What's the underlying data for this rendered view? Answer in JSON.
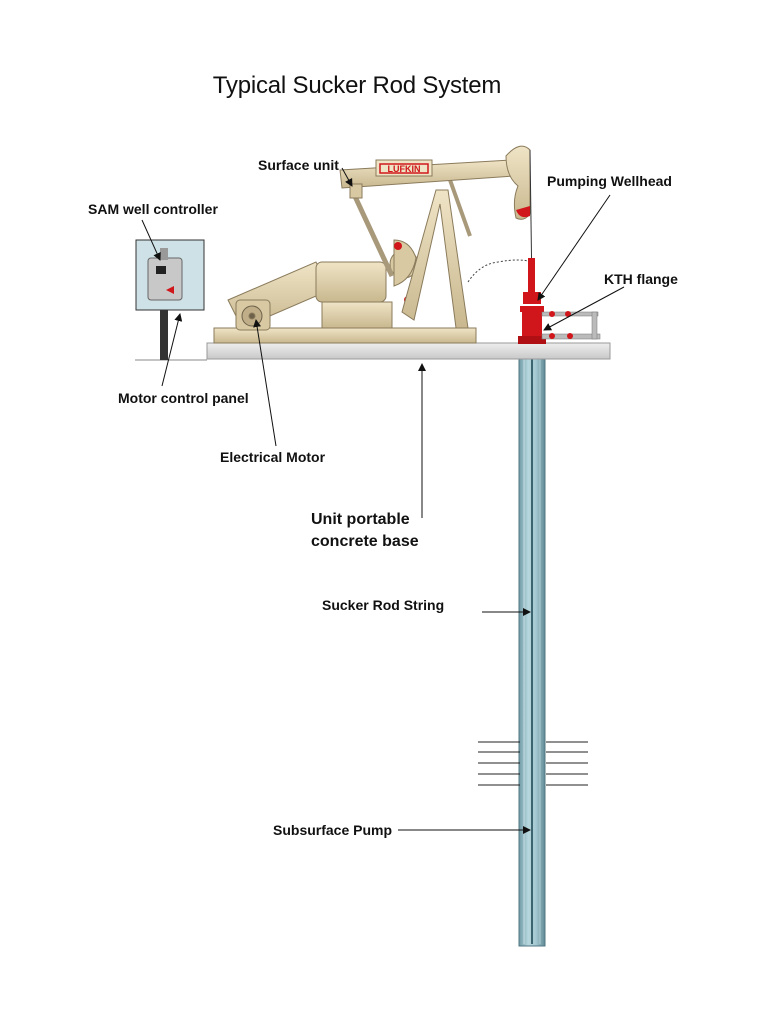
{
  "title": "Typical Sucker Rod System",
  "brand_plate": "LUFKIN",
  "labels": {
    "surface_unit": "Surface unit",
    "sam_well_controller": "SAM well controller",
    "pumping_wellhead": "Pumping Wellhead",
    "kth_flange": "KTH flange",
    "motor_control_panel": "Motor control panel",
    "electrical_motor": "Electrical Motor",
    "concrete_base_line1": "Unit portable",
    "concrete_base_line2": "concrete base",
    "sucker_rod_string": "Sucker Rod String",
    "subsurface_pump": "Subsurface Pump"
  },
  "colors": {
    "pump_jack": "#d8c9a3",
    "pump_jack_dark": "#a8997a",
    "wellhead_red": "#d0161a",
    "concrete": "#d9d9d9",
    "well_casing": "#8fb8c3",
    "panel_fill": "#cde1e6"
  }
}
